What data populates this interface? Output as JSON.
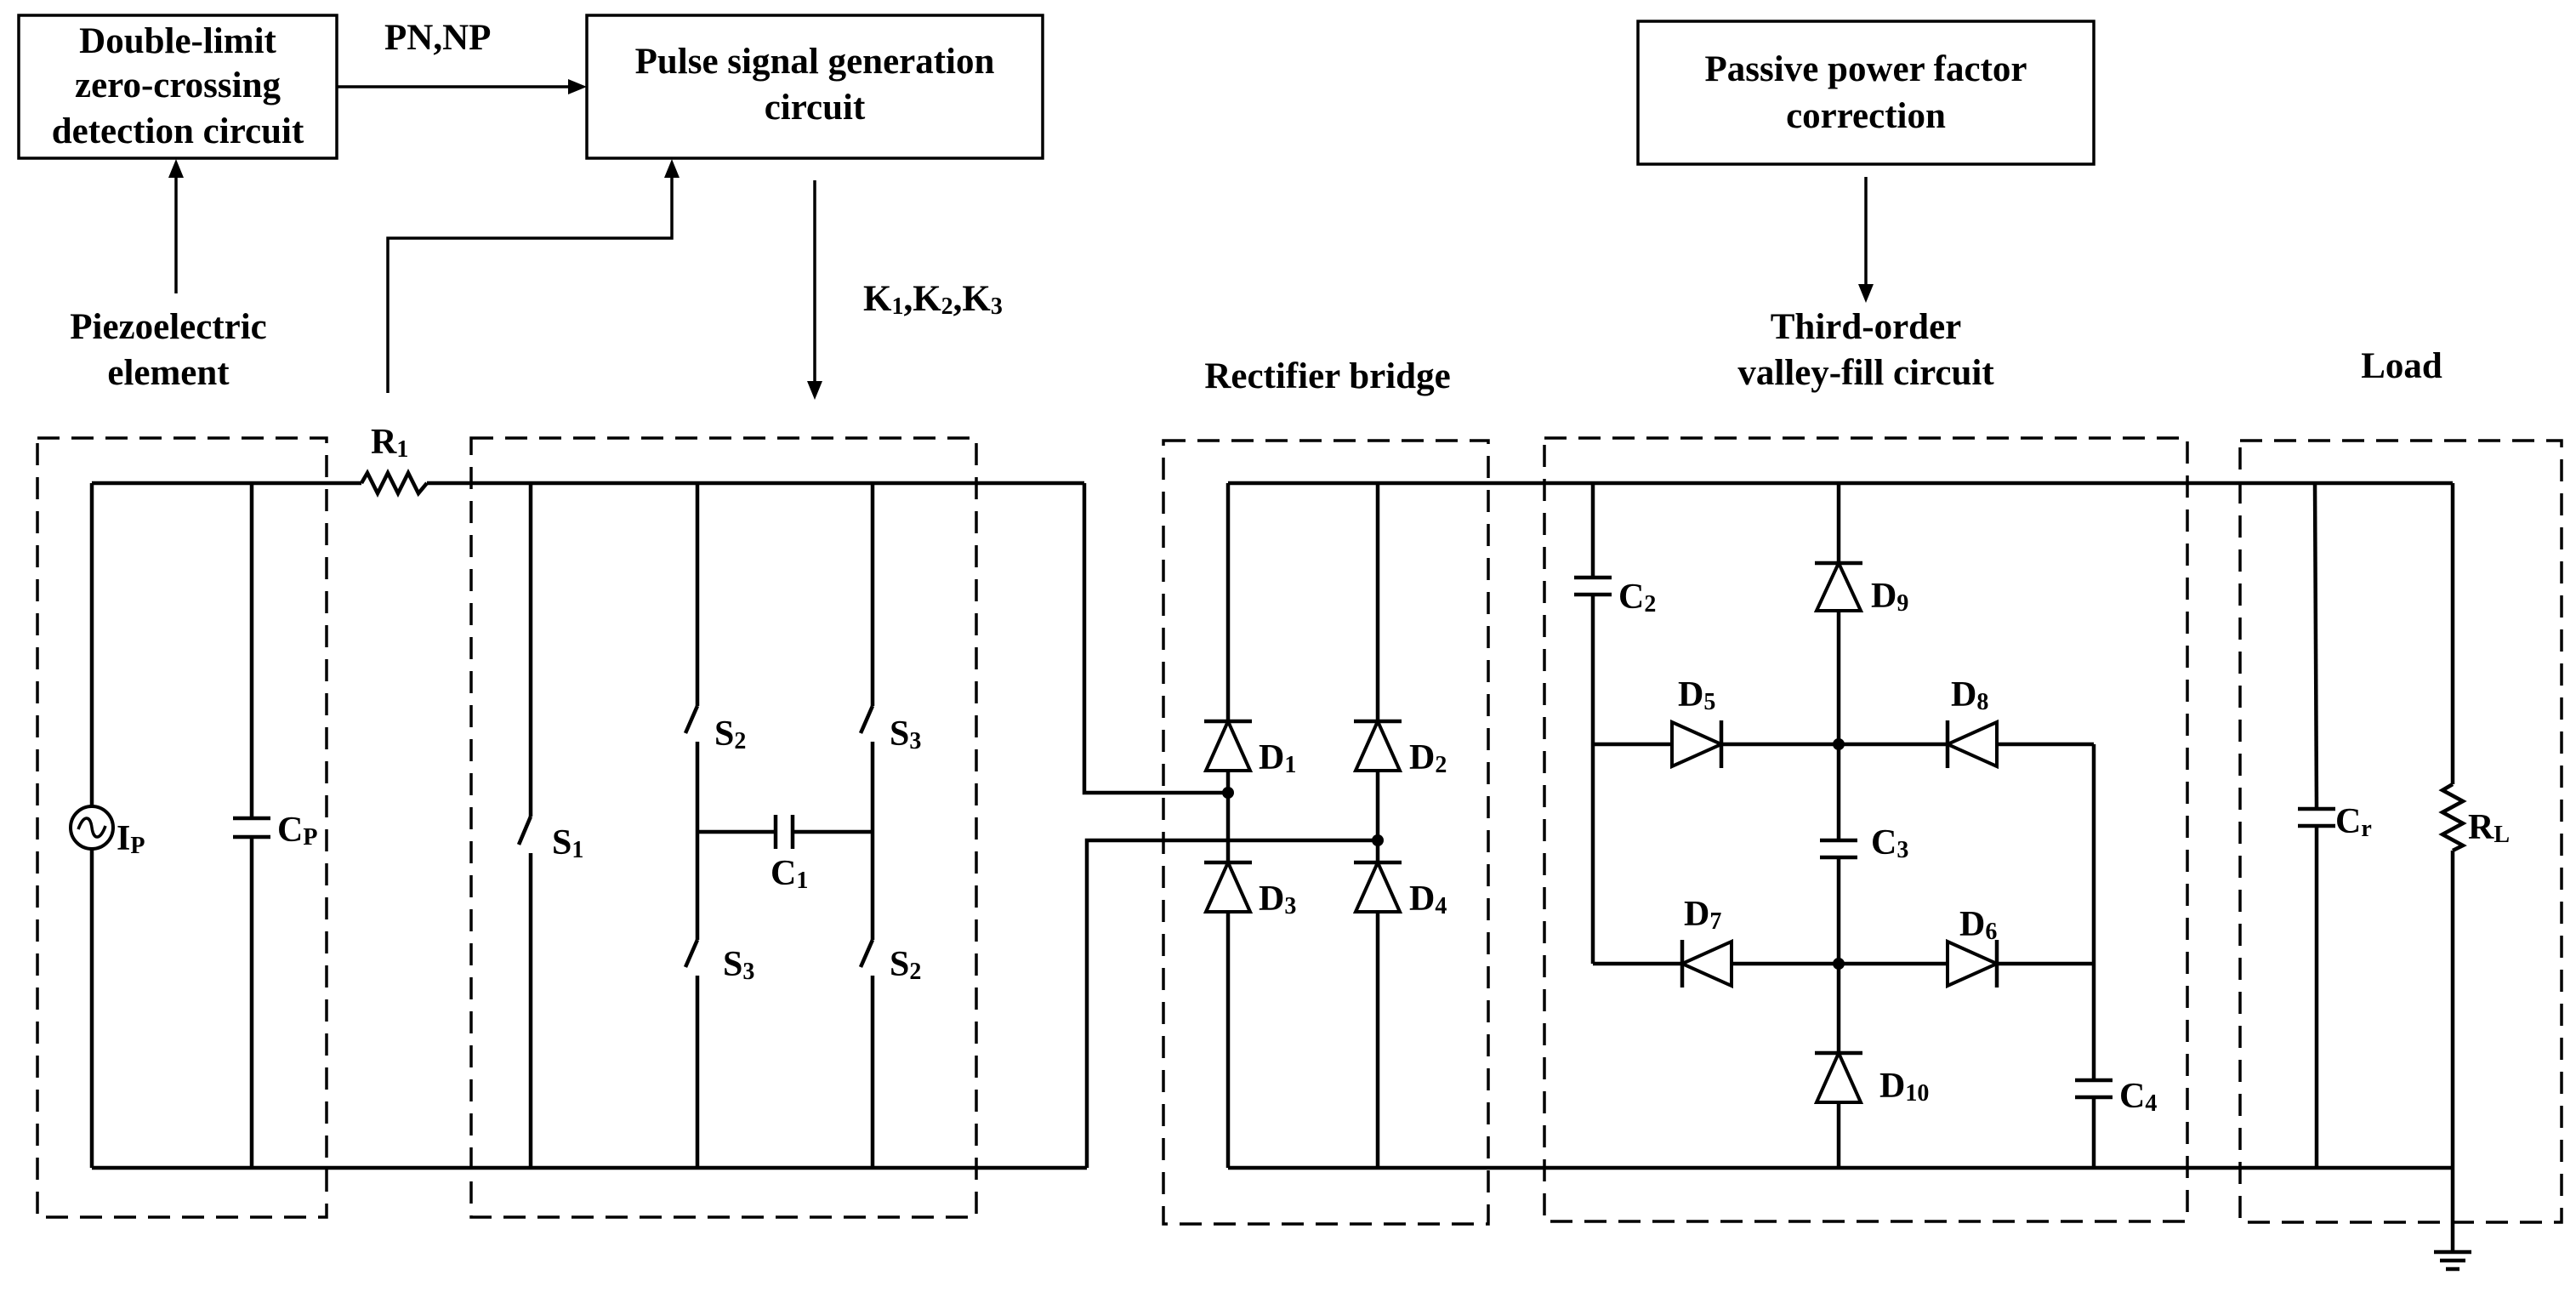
{
  "blocks": {
    "zero_crossing": [
      "Double-limit",
      "zero-crossing",
      "detection circuit"
    ],
    "pulse": [
      "Pulse signal generation",
      "circuit"
    ],
    "ppfc": [
      "Passive power factor",
      "correction"
    ]
  },
  "signals": {
    "pn_np": "PN,NP",
    "k_main": "K",
    "k_labels": [
      "1",
      ",K",
      "2",
      ",K",
      "3"
    ]
  },
  "sections": {
    "piezo": [
      "Piezoelectric",
      "element"
    ],
    "rectifier": "Rectifier bridge",
    "valley": [
      "Third-order",
      "valley-fill circuit"
    ],
    "load": "Load"
  },
  "components": {
    "Ip": {
      "main": "I",
      "sub": "P"
    },
    "Cp": {
      "main": "C",
      "sub": "P"
    },
    "R1": {
      "main": "R",
      "sub": "1"
    },
    "S1": {
      "main": "S",
      "sub": "1"
    },
    "S2a": {
      "main": "S",
      "sub": "2"
    },
    "S3a": {
      "main": "S",
      "sub": "3"
    },
    "C1": {
      "main": "C",
      "sub": "1"
    },
    "S3b": {
      "main": "S",
      "sub": "3"
    },
    "S2b": {
      "main": "S",
      "sub": "2"
    },
    "D1": {
      "main": "D",
      "sub": "1"
    },
    "D2": {
      "main": "D",
      "sub": "2"
    },
    "D3": {
      "main": "D",
      "sub": "3"
    },
    "D4": {
      "main": "D",
      "sub": "4"
    },
    "C2": {
      "main": "C",
      "sub": "2"
    },
    "D9": {
      "main": "D",
      "sub": "9"
    },
    "D5": {
      "main": "D",
      "sub": "5"
    },
    "D8": {
      "main": "D",
      "sub": "8"
    },
    "C3": {
      "main": "C",
      "sub": "3"
    },
    "D7": {
      "main": "D",
      "sub": "7"
    },
    "D6": {
      "main": "D",
      "sub": "6"
    },
    "D10": {
      "main": "D",
      "sub": "10"
    },
    "C4": {
      "main": "C",
      "sub": "4"
    },
    "Cr": {
      "main": "C",
      "sub": "r"
    },
    "RL": {
      "main": "R",
      "sub": "L"
    }
  }
}
